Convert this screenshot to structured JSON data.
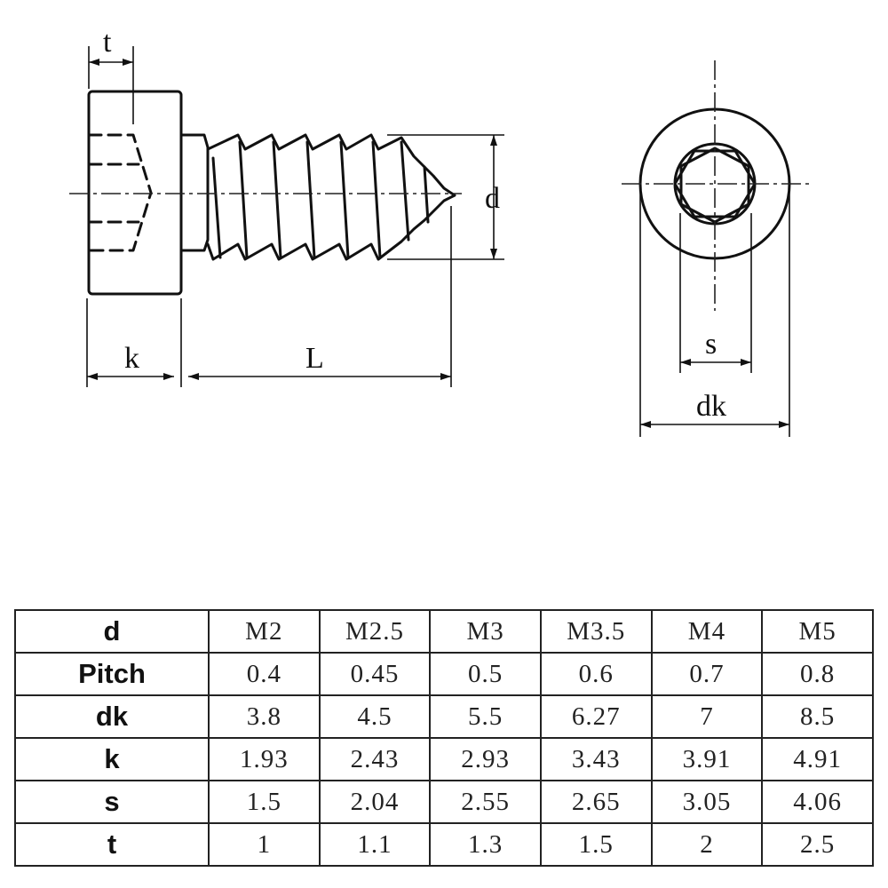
{
  "drawing": {
    "labels": {
      "t": "t",
      "d": "d",
      "k": "k",
      "L": "L",
      "s": "s",
      "dk": "dk"
    }
  },
  "table": {
    "rows": [
      {
        "label": "d",
        "values": [
          "M2",
          "M2.5",
          "M3",
          "M3.5",
          "M4",
          "M5"
        ]
      },
      {
        "label": "Pitch",
        "values": [
          "0.4",
          "0.45",
          "0.5",
          "0.6",
          "0.7",
          "0.8"
        ]
      },
      {
        "label": "dk",
        "values": [
          "3.8",
          "4.5",
          "5.5",
          "6.27",
          "7",
          "8.5"
        ]
      },
      {
        "label": "k",
        "values": [
          "1.93",
          "2.43",
          "2.93",
          "3.43",
          "3.91",
          "4.91"
        ]
      },
      {
        "label": "s",
        "values": [
          "1.5",
          "2.04",
          "2.55",
          "2.65",
          "3.05",
          "4.06"
        ]
      },
      {
        "label": "t",
        "values": [
          "1",
          "1.1",
          "1.3",
          "1.5",
          "2",
          "2.5"
        ]
      }
    ]
  }
}
